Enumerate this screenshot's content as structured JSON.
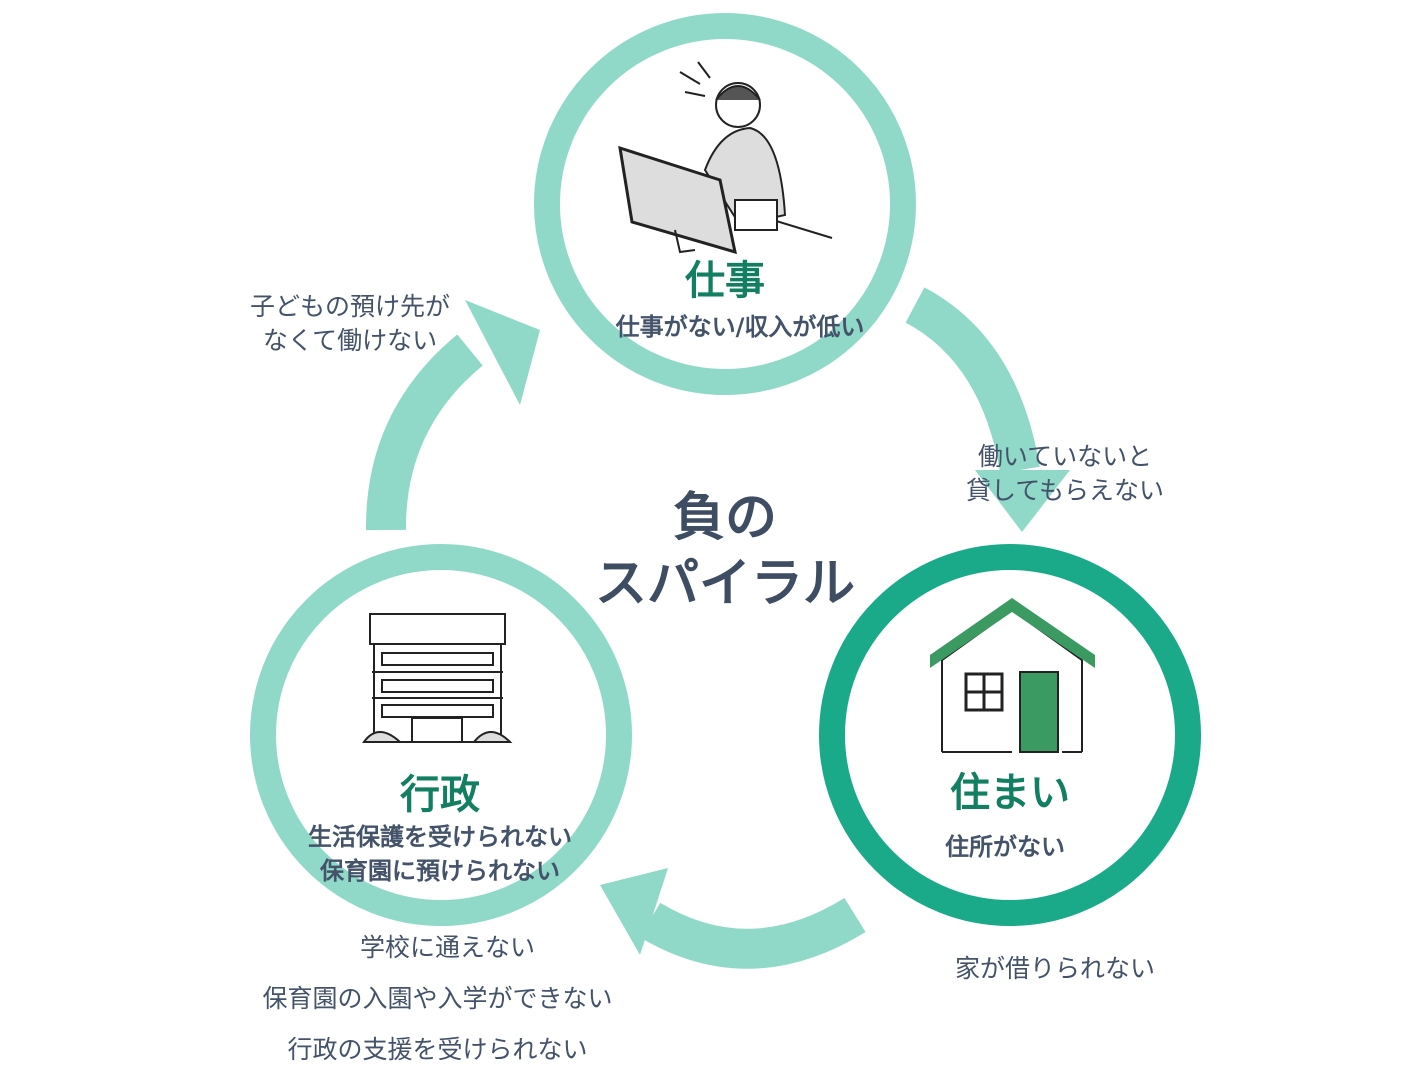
{
  "center_title": [
    "負の",
    "スパイラル"
  ],
  "colors": {
    "light_teal": "#90d9c9",
    "dark_teal": "#1aaa8a",
    "title_green": "#127e62",
    "text_navy": "#44536a"
  },
  "nodes": {
    "work": {
      "title": "仕事",
      "subtitle": "仕事がない/収入が低い",
      "icon": "worker-at-computer-icon"
    },
    "housing": {
      "title": "住まい",
      "subtitle": "住所がない",
      "icon": "house-icon"
    },
    "government": {
      "title": "行政",
      "subtitle": [
        "生活保護を受けられない",
        "保育園に預けられない"
      ],
      "icon": "building-icon"
    }
  },
  "arrow_notes": {
    "work_to_housing": [
      "働いていないと",
      "貸してもらえない"
    ],
    "housing_to_government": "家が借りられない",
    "government_to_work": [
      "子どもの預け先が",
      "なくて働けない"
    ],
    "government_bottom": [
      "学校に通えない",
      "保育園の入園や入学ができない",
      "行政の支援を受けられない"
    ]
  }
}
